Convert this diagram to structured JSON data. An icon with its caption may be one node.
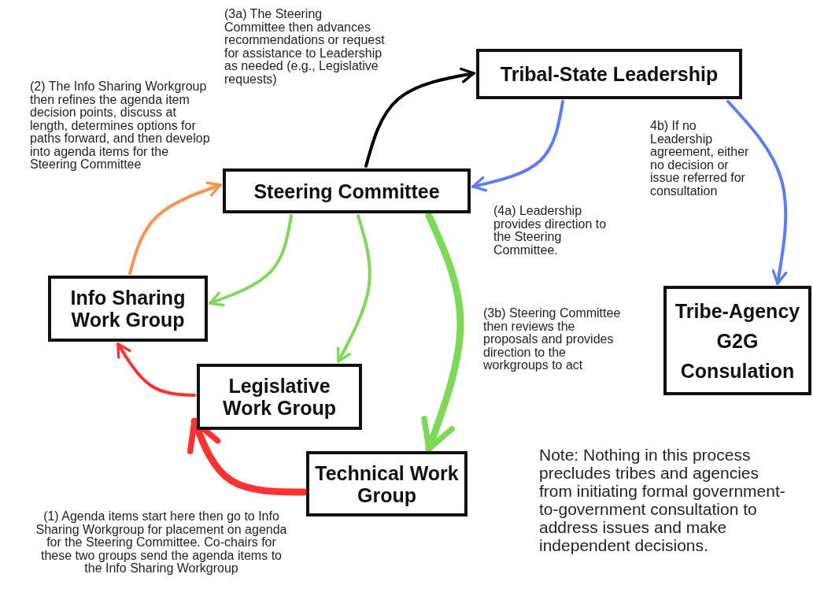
{
  "diagram": {
    "nodes": [
      {
        "text": [
          "Tribal-State Leadership"
        ]
      },
      {
        "text": [
          "Steering Committee"
        ]
      },
      {
        "text": [
          "Info Sharing Work Group"
        ]
      },
      {
        "text": [
          "Legislative Work Group"
        ]
      },
      {
        "text": [
          "Technical Work Group"
        ]
      },
      {
        "text": [
          "Tribe-Agency G2G Consulation"
        ]
      }
    ],
    "edges": [
      {
        "from": 1,
        "to": 0,
        "arrow": "to",
        "color": "#000000"
      },
      {
        "from": 0,
        "to": 1,
        "arrow": "to",
        "color": "#5b7cf5"
      },
      {
        "from": 0,
        "to": 5,
        "arrow": "to",
        "color": "#5b7cf5"
      },
      {
        "from": 1,
        "to": 2,
        "arrow": "to",
        "color": "#7ed957"
      },
      {
        "from": 1,
        "to": 3,
        "arrow": "to",
        "color": "#7ed957"
      },
      {
        "from": 1,
        "to": 4,
        "arrow": "to",
        "color": "#7ed957",
        "style": "thick"
      },
      {
        "from": 3,
        "to": 2,
        "arrow": "to",
        "color": "#ff3131"
      },
      {
        "from": 4,
        "to": 3,
        "arrow": "to",
        "color": "#ff3131",
        "style": "thick"
      },
      {
        "from": 2,
        "to": 1,
        "arrow": "to",
        "color": "#ff914d"
      }
    ],
    "labels": [
      "(3a) The Steering Committee then advances recommendations or request for assistance to Leadership as needed (e.g., Legislative requests)",
      "(2) The Info Sharing Workgroup then refines the agenda item decision points, discuss at length, determines options for paths forward, and then develop into agenda items for the Steering Committee",
      "4b) If no Leadership agreement, either no decision or issue referred for consultation",
      "(4a) Leadership provides direction to the Steering Committee.",
      "(3b) Steering Committee then reviews the proposals and provides direction to the workgroups to act",
      "(1) Agenda items start here then go to Info Sharing Workgroup for placement on agenda for the Steering Committee. Co-chairs for these two groups send the agenda items to the Info Sharing Workgroup",
      "Note: Nothing in this process precludes tribes and agencies from initiating formal government-to-government consultation to address issues and make independent decisions."
    ]
  }
}
